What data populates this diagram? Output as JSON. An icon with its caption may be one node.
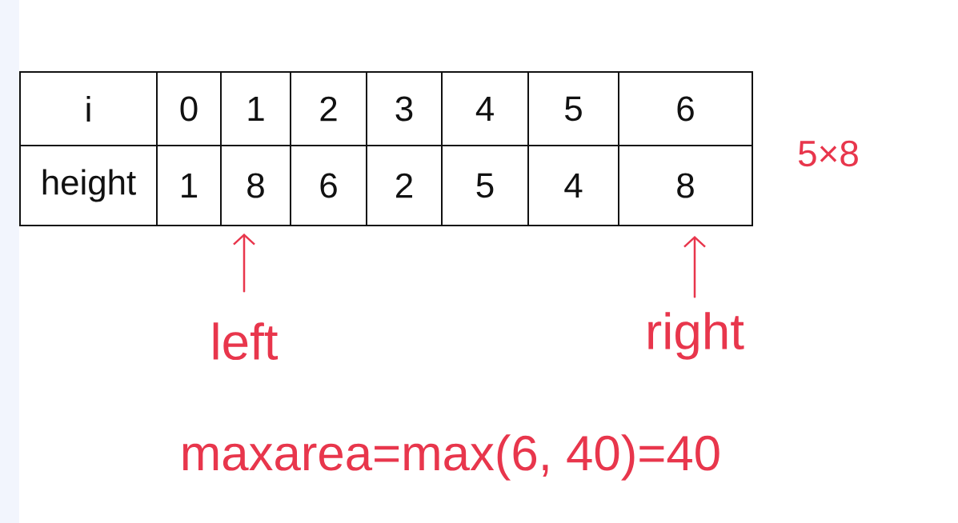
{
  "diagram": {
    "nodes": [
      {
        "text": [
          "i"
        ]
      },
      {
        "text": [
          "0"
        ]
      },
      {
        "text": [
          "1"
        ]
      },
      {
        "text": [
          "2"
        ]
      },
      {
        "text": [
          "3"
        ]
      },
      {
        "text": [
          "4"
        ]
      },
      {
        "text": [
          "5"
        ]
      },
      {
        "text": [
          "6"
        ]
      },
      {
        "text": [
          "height"
        ]
      },
      {
        "text": [
          "1"
        ]
      },
      {
        "text": [
          "8"
        ]
      },
      {
        "text": [
          "6"
        ]
      },
      {
        "text": [
          "2"
        ]
      },
      {
        "text": [
          "5"
        ]
      },
      {
        "text": [
          "4"
        ]
      },
      {
        "text": [
          "8"
        ]
      },
      {
        "text": [
          "left"
        ]
      },
      {
        "text": [
          "right"
        ]
      }
    ],
    "edges": [
      {
        "from": 16,
        "to": 10,
        "arrow": "to"
      },
      {
        "from": 17,
        "to": 15,
        "arrow": "to"
      }
    ],
    "labels": [
      "5×8",
      "maxarea=max(6, 40)=40"
    ]
  }
}
